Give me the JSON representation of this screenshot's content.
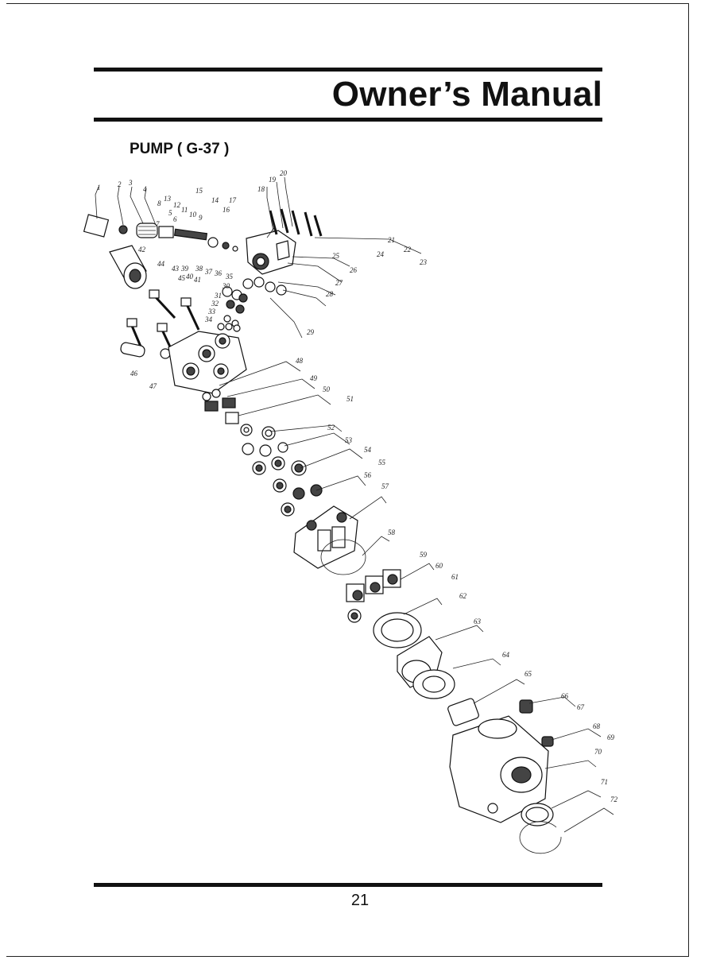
{
  "header": {
    "title": "Owner’s Manual"
  },
  "section": {
    "title": "PUMP ( G-37 )"
  },
  "footer": {
    "page_number": "21"
  },
  "diagram": {
    "part_numbers": [
      "1",
      "2",
      "3",
      "4",
      "5",
      "6",
      "7",
      "8",
      "9",
      "10",
      "11",
      "12",
      "13",
      "14",
      "15",
      "16",
      "17",
      "18",
      "19",
      "20",
      "21",
      "22",
      "23",
      "24",
      "25",
      "26",
      "27",
      "28",
      "29",
      "30",
      "31",
      "32",
      "33",
      "34",
      "35",
      "36",
      "37",
      "38",
      "39",
      "40",
      "41",
      "42",
      "43",
      "44",
      "45",
      "46",
      "47",
      "48",
      "49",
      "50",
      "51",
      "52",
      "53",
      "54",
      "55",
      "56",
      "57",
      "58",
      "59",
      "60",
      "61",
      "62",
      "63",
      "64",
      "65",
      "66",
      "67",
      "68",
      "69",
      "70",
      "71",
      "72"
    ]
  }
}
